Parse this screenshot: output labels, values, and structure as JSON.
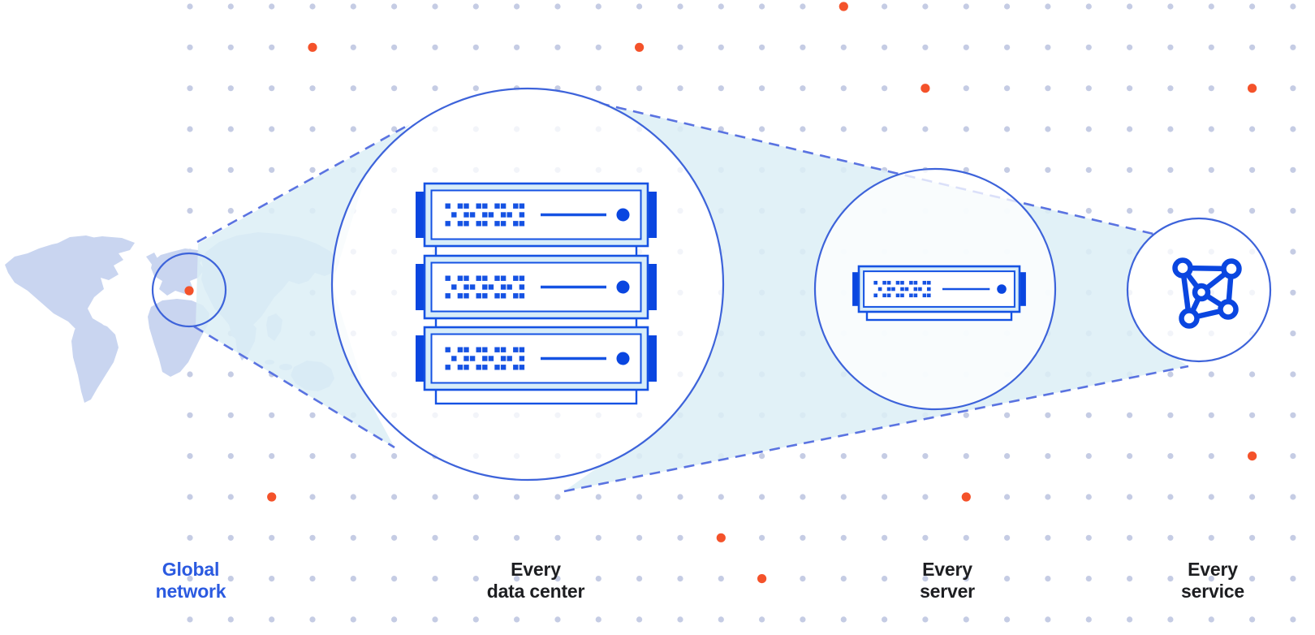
{
  "diagram": {
    "title": "Global network zoom diagram",
    "stages": [
      {
        "id": "global-network",
        "line1": "Global",
        "line2": "network",
        "highlighted": true
      },
      {
        "id": "every-data-center",
        "line1": "Every",
        "line2": "data center",
        "highlighted": false
      },
      {
        "id": "every-server",
        "line1": "Every",
        "line2": "server",
        "highlighted": false
      },
      {
        "id": "every-service",
        "line1": "Every",
        "line2": "service",
        "highlighted": false
      }
    ],
    "icons": [
      {
        "name": "world-map-icon",
        "stage": "global-network"
      },
      {
        "name": "server-rack-icon",
        "stage": "every-data-center",
        "units": 3
      },
      {
        "name": "single-server-icon",
        "stage": "every-server",
        "units": 1
      },
      {
        "name": "network-mesh-icon",
        "stage": "every-service",
        "nodes": 5
      }
    ]
  },
  "palette": {
    "accent_orange": "#F4522A",
    "stroke_blue": "#3D63DA",
    "dash_blue": "#5A73E1",
    "deep_blue": "#0A46E0",
    "server_border": "#1552E3",
    "server_fill": "#D8EDF9",
    "beam_fill": "#DCEFF6",
    "grid_dot": "#C5CCE4",
    "map_fill": "#C9D5F0",
    "label_dark": "#1D1E21",
    "label_blue": "#2B5AE0"
  },
  "background": {
    "accent_dot_cells": [
      [
        3,
        1
      ],
      [
        11,
        1
      ],
      [
        16,
        0
      ],
      [
        18,
        2
      ],
      [
        26,
        2
      ],
      [
        2,
        12
      ],
      [
        13,
        13
      ],
      [
        14,
        14
      ],
      [
        19,
        12
      ],
      [
        26,
        11
      ]
    ]
  }
}
